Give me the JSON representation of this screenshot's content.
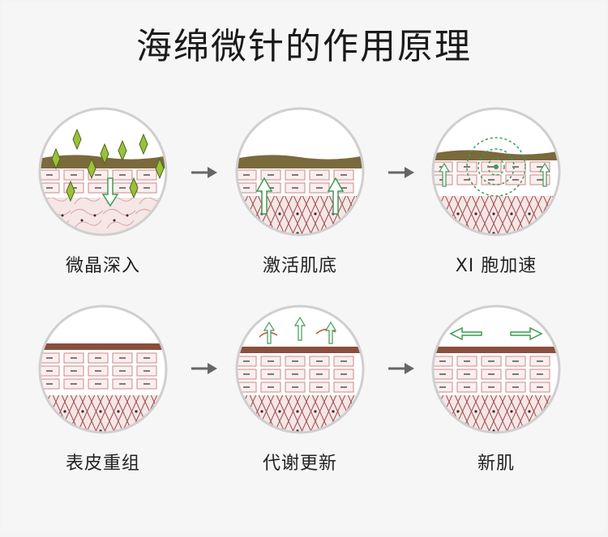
{
  "title": "海绵微针的作用原理",
  "steps": [
    {
      "label": "微晶深入"
    },
    {
      "label": "激活肌底"
    },
    {
      "label": "XI 胞加速"
    },
    {
      "label": "表皮重组"
    },
    {
      "label": "代谢更新"
    },
    {
      "label": "新肌"
    }
  ],
  "colors": {
    "ring": "#cfcfcf",
    "top_layer": "#7a6a3c",
    "cell_border": "#c98a8a",
    "pink_base": "#f5e4e4",
    "lattice": "#9c4b4b",
    "crystal": "#9bc03a",
    "green_arrow": "#3f9a54",
    "connector": "#666666"
  }
}
